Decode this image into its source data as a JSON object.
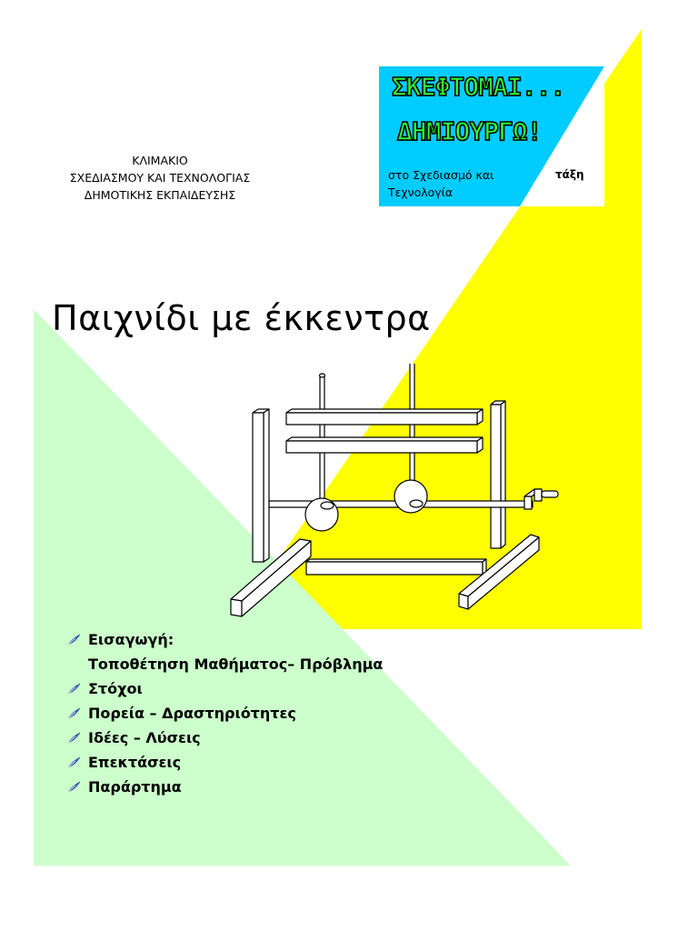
{
  "institution": {
    "line1": "ΚΛΙΜΑΚΙΟ",
    "line2": "ΣΧΕΔΙΑΣΜΟΥ ΚΑΙ ΤΕΧΝΟΛΟΓΙΑΣ",
    "line3": "ΔΗΜΟΤΙΚΗΣ ΕΚΠΑΙΔΕΥΣΗΣ"
  },
  "logo": {
    "line1": "ΣΚΕΦΤΟΜΑΙ...",
    "line2": "ΔΗΜΙΟΥΡΓΩ!",
    "subtitle_line1": "στο Σχεδιασμό και",
    "subtitle_line2": "Τεχνολογία",
    "grade_label": "τάξη"
  },
  "title": "Παιχνίδι με έκκεντρα",
  "toc": {
    "intro": "Εισαγωγή:",
    "intro_sub": "Τοποθέτηση Μαθήματος– Πρόβλημα",
    "items": [
      "Στόχοι",
      "Πορεία – Δραστηριότητες",
      "Ιδέες – Λύσεις",
      "Επεκτάσεις",
      "Παράρτημα"
    ]
  },
  "colors": {
    "yellow": "#ffff00",
    "green": "#ccffcc",
    "cyan": "#00ccff",
    "logo_text": "#33ff33",
    "bullet": "#3366cc"
  }
}
